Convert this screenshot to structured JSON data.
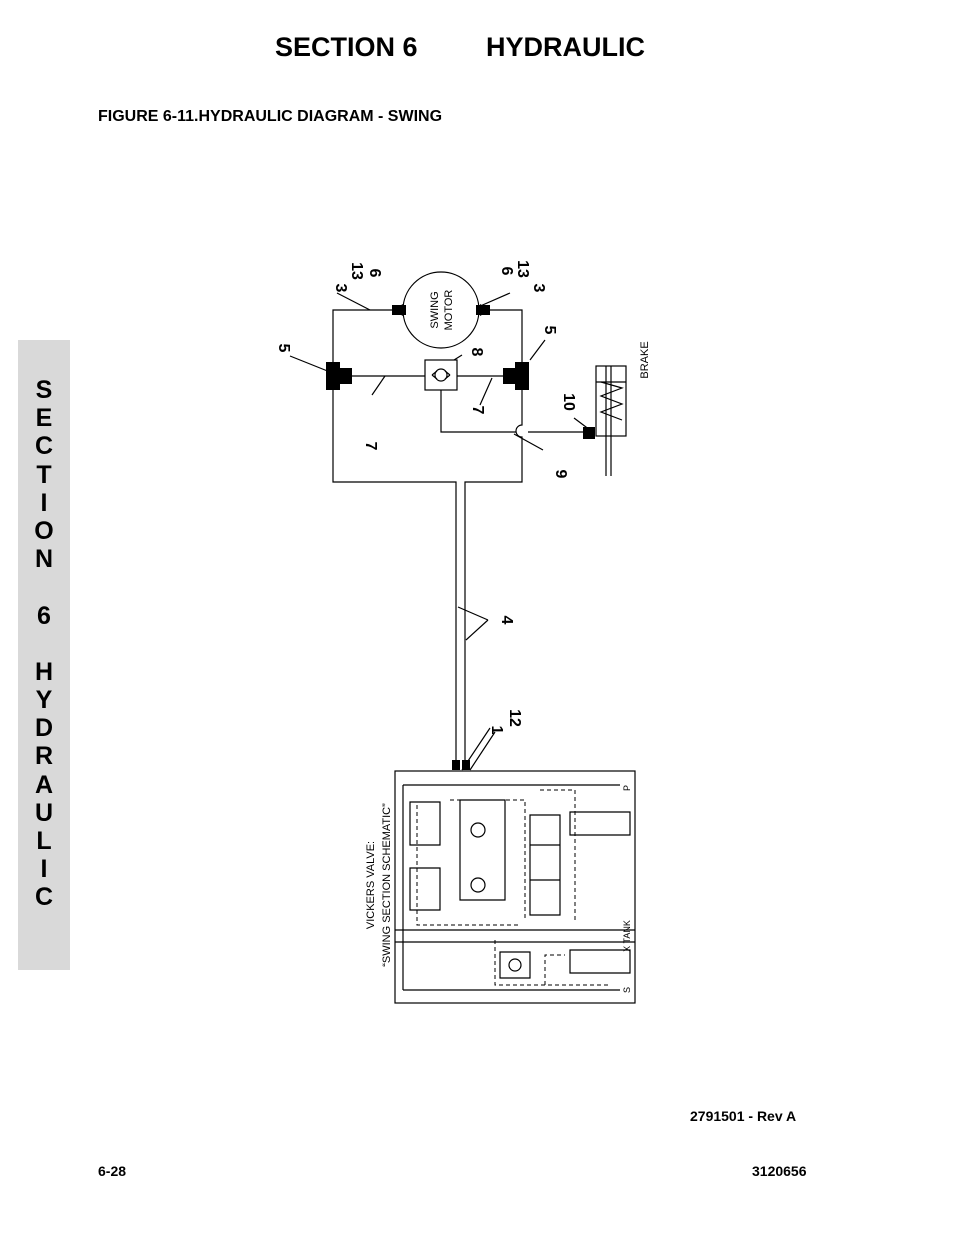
{
  "header": {
    "section": "SECTION 6",
    "title": "HYDRAULIC"
  },
  "figure": {
    "title": "FIGURE 6-11.HYDRAULIC DIAGRAM - SWING"
  },
  "side_tab": {
    "letters": [
      "S",
      "E",
      "C",
      "T",
      "I",
      "O",
      "N",
      "",
      "6",
      "",
      "H",
      "Y",
      "D",
      "R",
      "A",
      "U",
      "L",
      "I",
      "C"
    ]
  },
  "diagram": {
    "motor_label_line1": "SWING",
    "motor_label_line2": "MOTOR",
    "brake_label": "BRAKE",
    "valve_label_line1": "VICKERS VALVE:",
    "valve_label_line2": "“SWING SECTION SCHEMATIC”",
    "port_p": "P",
    "port_tank": "X TANK",
    "port_s": "S",
    "callouts": {
      "c1": "1",
      "c12": "12",
      "c3_left": "3",
      "c13_left": "13",
      "c6_left": "6",
      "c6_right": "6",
      "c13_right": "13",
      "c3_right": "3",
      "c5_left": "5",
      "c5_right": "5",
      "c8": "8",
      "c7_left": "7",
      "c7_right": "7",
      "c10": "10",
      "c9": "9",
      "c4": "4"
    }
  },
  "footer": {
    "revision": "2791501 - Rev A",
    "page": "6-28",
    "doc_number": "3120656"
  }
}
